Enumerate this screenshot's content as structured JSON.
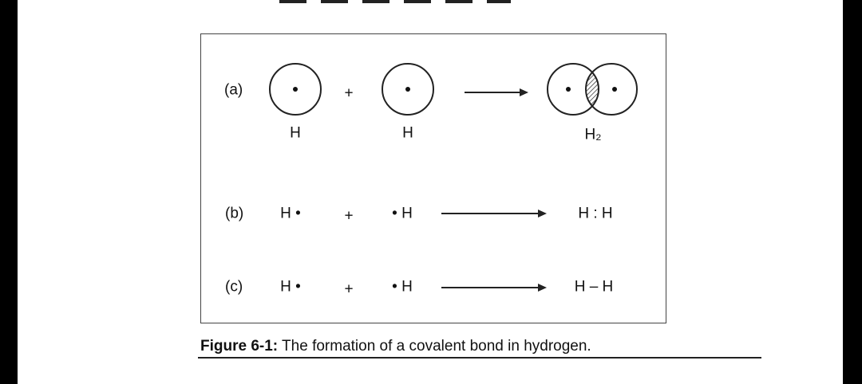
{
  "figure": {
    "rows": [
      {
        "label": "(a)",
        "plus": "+",
        "left": "H",
        "right": "H",
        "product": "H₂"
      },
      {
        "label": "(b)",
        "plus": "+",
        "left": "H •",
        "right": "• H",
        "product": "H : H"
      },
      {
        "label": "(c)",
        "plus": "+",
        "left": "H •",
        "right": "• H",
        "product": "H – H"
      }
    ]
  },
  "caption": {
    "number": "Figure 6-1:",
    "text": " The formation of a covalent bond in hydrogen."
  }
}
